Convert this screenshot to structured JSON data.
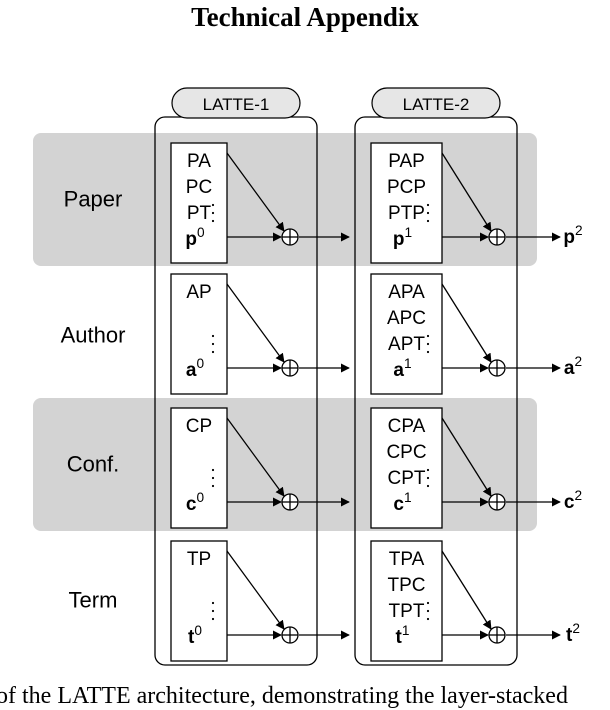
{
  "header": {
    "title": "Technical Appendix"
  },
  "layers": [
    {
      "label": "LATTE-1"
    },
    {
      "label": "LATTE-2"
    }
  ],
  "rows": [
    {
      "label": "Paper",
      "shaded": true,
      "layer1": [
        "PA",
        "PC",
        "PT"
      ],
      "layer1_input": {
        "base": "p",
        "sup": "0"
      },
      "layer2": [
        "PAP",
        "PCP",
        "PTP"
      ],
      "layer2_input": {
        "base": "p",
        "sup": "1"
      },
      "output": {
        "base": "p",
        "sup": "2"
      }
    },
    {
      "label": "Author",
      "shaded": false,
      "layer1": [
        "AP"
      ],
      "layer1_input": {
        "base": "a",
        "sup": "0"
      },
      "layer2": [
        "APA",
        "APC",
        "APT"
      ],
      "layer2_input": {
        "base": "a",
        "sup": "1"
      },
      "output": {
        "base": "a",
        "sup": "2"
      }
    },
    {
      "label": "Conf.",
      "shaded": true,
      "layer1": [
        "CP"
      ],
      "layer1_input": {
        "base": "c",
        "sup": "0"
      },
      "layer2": [
        "CPA",
        "CPC",
        "CPT"
      ],
      "layer2_input": {
        "base": "c",
        "sup": "1"
      },
      "output": {
        "base": "c",
        "sup": "2"
      }
    },
    {
      "label": "Term",
      "shaded": false,
      "layer1": [
        "TP"
      ],
      "layer1_input": {
        "base": "t",
        "sup": "0"
      },
      "layer2": [
        "TPA",
        "TPC",
        "TPT"
      ],
      "layer2_input": {
        "base": "t",
        "sup": "1"
      },
      "output": {
        "base": "t",
        "sup": "2"
      }
    }
  ],
  "caption": "of the LATTE architecture, demonstrating the layer-stacked"
}
